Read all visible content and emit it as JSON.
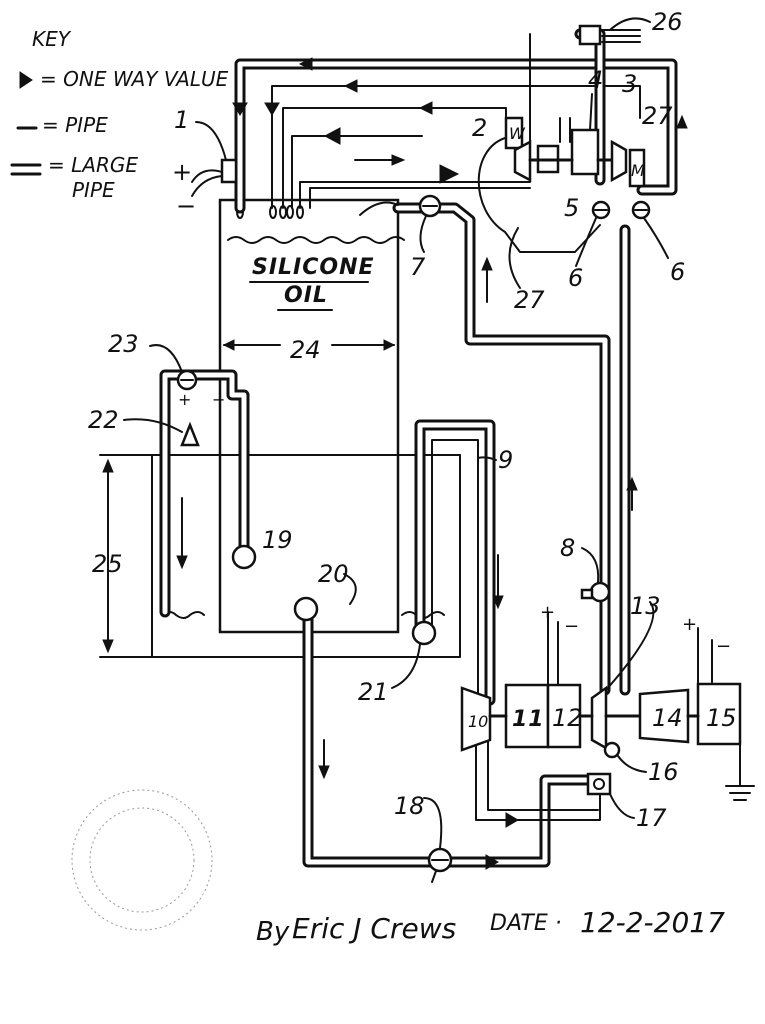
{
  "key": {
    "title": "KEY",
    "entries": [
      {
        "symbol": "▶",
        "text": "= ONE WAY VALUE"
      },
      {
        "symbol": "—",
        "text": "= PIPE"
      },
      {
        "symbol": "=",
        "text": "= LARGE"
      },
      {
        "symbol": "",
        "text": "PIPE"
      }
    ]
  },
  "tank_label": {
    "line1": "SILICONE",
    "line2": "OIL"
  },
  "component_numbers": {
    "n1": "1",
    "n2": "2",
    "n3": "3",
    "n4": "4",
    "n5": "5",
    "n6a": "6",
    "n6b": "6",
    "n7": "7",
    "n8": "8",
    "n9": "9",
    "n10": "10",
    "n11": "11",
    "n12": "12",
    "n13": "13",
    "n14": "14",
    "n15": "15",
    "n16": "16",
    "n17": "17",
    "n18": "18",
    "n19": "19",
    "n20": "20",
    "n21": "21",
    "n22": "22",
    "n23": "23",
    "n24": "24",
    "n25": "25",
    "n26": "26",
    "n27a": "27",
    "n27b": "27"
  },
  "component_letters": {
    "w": "W",
    "m": "M"
  },
  "polarity": {
    "plus": "+",
    "minus": "−"
  },
  "signature": {
    "by": "By",
    "name": "Eric J Crews"
  },
  "date": {
    "label": "DATE ·",
    "value": "12-2-2017"
  }
}
